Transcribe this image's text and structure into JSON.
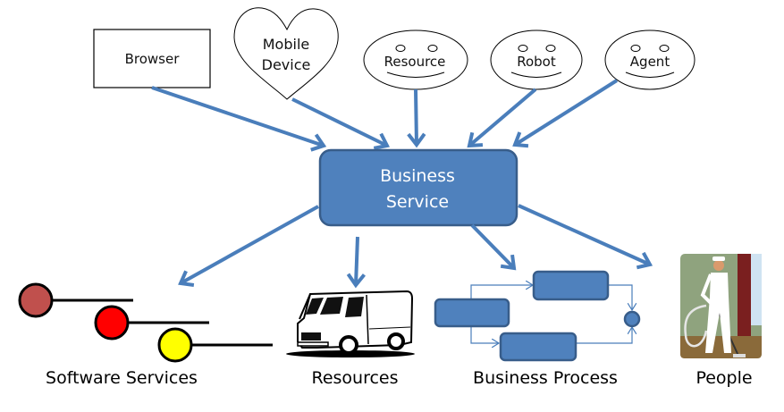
{
  "diagram": {
    "center": {
      "line1": "Business",
      "line2": "Service"
    },
    "clients": [
      {
        "id": "browser",
        "label": "Browser",
        "shape": "rectangle"
      },
      {
        "id": "mobile",
        "line1": "Mobile",
        "line2": "Device",
        "shape": "heart"
      },
      {
        "id": "resource",
        "label": "Resource",
        "shape": "smiley-face"
      },
      {
        "id": "robot",
        "label": "Robot",
        "shape": "smiley-face"
      },
      {
        "id": "agent",
        "label": "Agent",
        "shape": "smiley-face"
      }
    ],
    "targets": [
      {
        "id": "software-services",
        "label": "Software Services",
        "icon": "lollipop-interfaces-icon",
        "colors": [
          "#c0504d",
          "#ff0000",
          "#ffff00"
        ]
      },
      {
        "id": "resources",
        "label": "Resources",
        "icon": "delivery-van-icon"
      },
      {
        "id": "business-process",
        "label": "Business Process",
        "icon": "process-flow-icon"
      },
      {
        "id": "people",
        "label": "People",
        "icon": "janitor-vacuum-icon"
      }
    ],
    "colors": {
      "accent": "#4f81bd",
      "accent_border": "#385d8a",
      "arrow": "#4a7ebb"
    }
  }
}
